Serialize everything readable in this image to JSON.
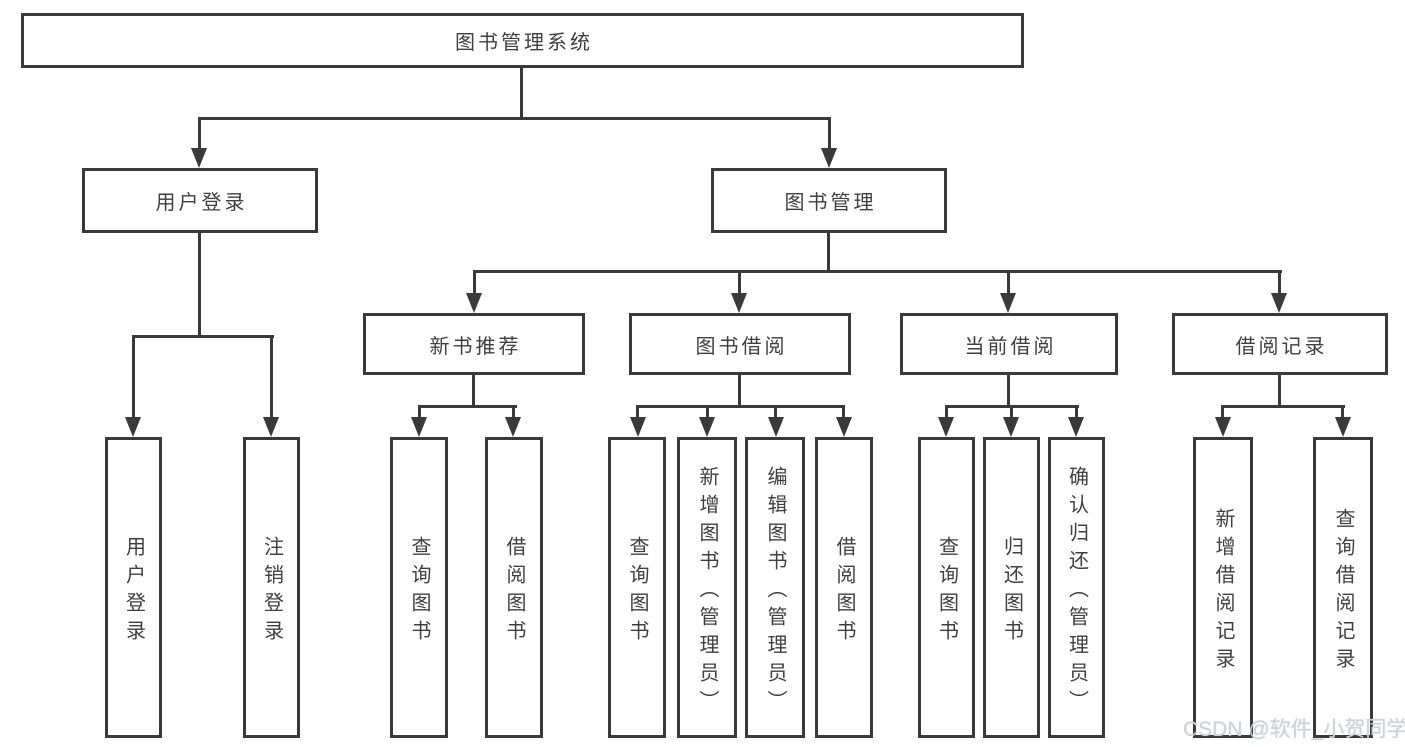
{
  "diagram": {
    "watermark": "CSDN @软件_小贺同学",
    "colors": {
      "line": "#3a3a3a",
      "text": "#3f3f3f",
      "watermark": "#ced3da",
      "background": "#ffffff"
    },
    "root": {
      "label": "图书管理系统",
      "children": [
        {
          "label": "用户登录",
          "children": [
            {
              "label": "用户登录"
            },
            {
              "label": "注销登录"
            }
          ]
        },
        {
          "label": "图书管理",
          "children": [
            {
              "label": "新书推荐",
              "children": [
                {
                  "label": "查询图书"
                },
                {
                  "label": "借阅图书"
                }
              ]
            },
            {
              "label": "图书借阅",
              "children": [
                {
                  "label": "查询图书"
                },
                {
                  "label": "新增图书（管理员）"
                },
                {
                  "label": "编辑图书（管理员）"
                },
                {
                  "label": "借阅图书"
                }
              ]
            },
            {
              "label": "当前借阅",
              "children": [
                {
                  "label": "查询图书"
                },
                {
                  "label": "归还图书"
                },
                {
                  "label": "确认归还（管理员）"
                }
              ]
            },
            {
              "label": "借阅记录",
              "children": [
                {
                  "label": "新增借阅记录"
                },
                {
                  "label": "查询借阅记录"
                }
              ]
            }
          ]
        }
      ]
    }
  }
}
